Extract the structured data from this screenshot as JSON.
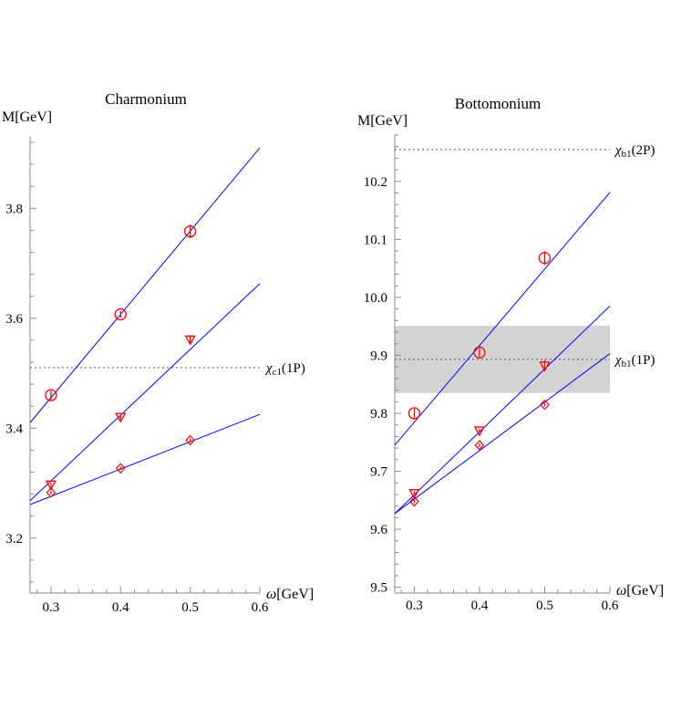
{
  "chart_data": [
    {
      "type": "scatter",
      "title": "Charmonium",
      "ylabel": "M[GeV]",
      "xlabel": "ω[GeV]",
      "xlim": [
        0.27,
        0.6
      ],
      "ylim": [
        3.1,
        3.93
      ],
      "xticks": [
        0.3,
        0.4,
        0.5,
        0.6
      ],
      "xtick_labels": [
        "0.3",
        "0.4",
        "0.5",
        "0.6"
      ],
      "yticks": [
        3.2,
        3.4,
        3.6,
        3.8
      ],
      "ytick_labels": [
        "3.2",
        "3.4",
        "3.6",
        "3.8"
      ],
      "reference_lines": [
        {
          "y": 3.51,
          "label": "χc1(1P)",
          "label_main": "χ",
          "label_sub": "c1",
          "label_suffix": "(1P)"
        }
      ],
      "bands": [],
      "fit_lines": [
        {
          "marker": "circle",
          "x": [
            0.27,
            0.6
          ],
          "y": [
            3.41,
            3.91
          ]
        },
        {
          "marker": "triangle-down",
          "x": [
            0.27,
            0.6
          ],
          "y": [
            3.268,
            3.663
          ]
        },
        {
          "marker": "diamond",
          "x": [
            0.27,
            0.6
          ],
          "y": [
            3.261,
            3.425
          ]
        }
      ],
      "series": [
        {
          "marker": "circle",
          "x": [
            0.3,
            0.4,
            0.5
          ],
          "y": [
            3.46,
            3.607,
            3.758
          ],
          "err": [
            0.008,
            0.006,
            0.012
          ]
        },
        {
          "marker": "triangle-down",
          "x": [
            0.3,
            0.4,
            0.5
          ],
          "y": [
            3.297,
            3.42,
            3.561
          ],
          "err": [
            0.004,
            0.004,
            0.008
          ]
        },
        {
          "marker": "diamond",
          "x": [
            0.3,
            0.4,
            0.5
          ],
          "y": [
            3.283,
            3.327,
            3.378
          ],
          "err": [
            0.003,
            0.003,
            0.003
          ]
        }
      ]
    },
    {
      "type": "scatter",
      "title": "Bottomonium",
      "ylabel": "M[GeV]",
      "xlabel": "ω[GeV]",
      "xlim": [
        0.27,
        0.6
      ],
      "ylim": [
        9.49,
        10.28
      ],
      "xticks": [
        0.3,
        0.4,
        0.5,
        0.6
      ],
      "xtick_labels": [
        "0.3",
        "0.4",
        "0.5",
        "0.6"
      ],
      "yticks": [
        9.5,
        9.6,
        9.7,
        9.8,
        9.9,
        10.0,
        10.1,
        10.2
      ],
      "ytick_labels": [
        "9.5",
        "9.6",
        "9.7",
        "9.8",
        "9.9",
        "10.0",
        "10.1",
        "10.2"
      ],
      "reference_lines": [
        {
          "y": 10.255,
          "label": "χb1(2P)",
          "label_main": "χ",
          "label_sub": "b1",
          "label_suffix": "(2P)"
        },
        {
          "y": 9.893,
          "label": "χb1(1P)",
          "label_main": "χ",
          "label_sub": "b1",
          "label_suffix": "(1P)"
        }
      ],
      "bands": [
        {
          "y": [
            9.835,
            9.951
          ],
          "color": "#d3d3d3"
        }
      ],
      "fit_lines": [
        {
          "marker": "circle",
          "x": [
            0.27,
            0.6
          ],
          "y": [
            9.745,
            10.181
          ]
        },
        {
          "marker": "triangle-down",
          "x": [
            0.27,
            0.6
          ],
          "y": [
            9.627,
            9.985
          ]
        },
        {
          "marker": "diamond",
          "x": [
            0.27,
            0.6
          ],
          "y": [
            9.627,
            9.903
          ]
        }
      ],
      "series": [
        {
          "marker": "circle",
          "x": [
            0.3,
            0.4,
            0.5
          ],
          "y": [
            9.8,
            9.905,
            10.068
          ],
          "err": [
            0.008,
            0.008,
            0.012
          ]
        },
        {
          "marker": "triangle-down",
          "x": [
            0.3,
            0.4,
            0.5
          ],
          "y": [
            9.662,
            9.77,
            9.882
          ],
          "err": [
            0.004,
            0.004,
            0.01
          ]
        },
        {
          "marker": "diamond",
          "x": [
            0.3,
            0.4,
            0.5
          ],
          "y": [
            9.648,
            9.745,
            9.815
          ],
          "err": [
            0.003,
            0.003,
            0.003
          ]
        }
      ]
    }
  ],
  "colors": {
    "marker": "#ff0000",
    "fit": "#0000ff",
    "band": "#d3d3d3",
    "reference": "#555555",
    "axis": "#888888"
  }
}
